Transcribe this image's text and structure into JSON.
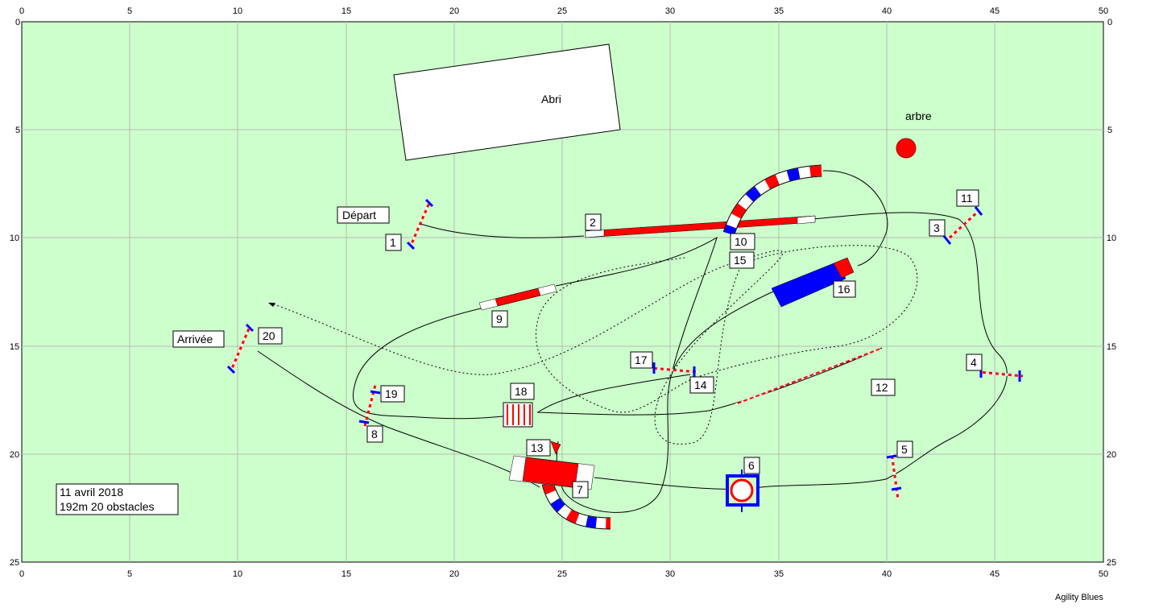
{
  "course": {
    "field_color": "#ccffcc",
    "axis_x_ticks": [
      "0",
      "5",
      "10",
      "15",
      "20",
      "25",
      "30",
      "35",
      "40",
      "45",
      "50"
    ],
    "axis_y_ticks": [
      "0",
      "5",
      "10",
      "15",
      "20",
      "25"
    ],
    "shelter_label": "Abri",
    "tree_label": "arbre",
    "start_label": "Départ",
    "finish_label": "Arrivée",
    "info_line1": "11 avril 2018",
    "info_line2": "192m 20 obstacles",
    "footer": "Agility Blues",
    "obstacle_numbers": [
      "1",
      "2",
      "3",
      "4",
      "5",
      "6",
      "7",
      "8",
      "9",
      "10",
      "11",
      "12",
      "13",
      "14",
      "15",
      "16",
      "17",
      "18",
      "19",
      "20"
    ],
    "colors": {
      "red": "#ff0000",
      "blue": "#0000ff",
      "tree": "#ff0000",
      "path": "#000000"
    }
  }
}
